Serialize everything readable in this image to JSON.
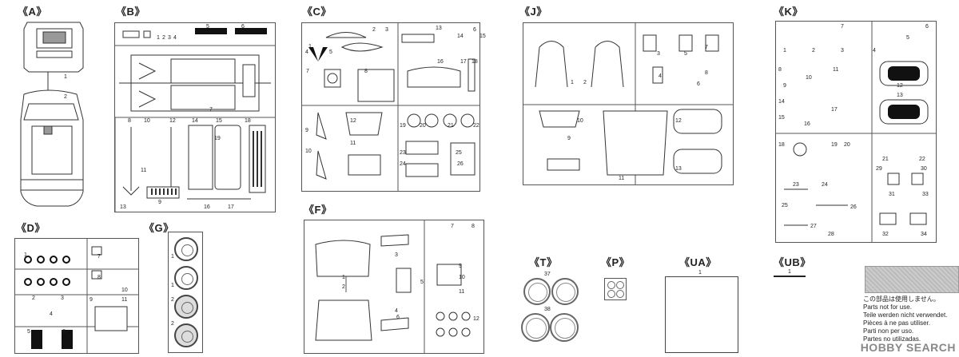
{
  "sprues": {
    "A": "《A》",
    "B": "《B》",
    "C": "《C》",
    "J": "《J》",
    "K": "《K》",
    "D": "《D》",
    "G": "《G》",
    "F": "《F》",
    "T": "《T》",
    "P": "《P》",
    "UA": "《UA》",
    "UB": "《UB》"
  },
  "part_numbers": {
    "A": [
      "1",
      "2"
    ],
    "B": [
      "1",
      "2",
      "3",
      "4",
      "5",
      "6",
      "7",
      "8",
      "9",
      "10",
      "11",
      "12",
      "13",
      "14",
      "15",
      "16",
      "17",
      "18",
      "19"
    ],
    "C": [
      "1",
      "2",
      "3",
      "4",
      "5",
      "6",
      "7",
      "8",
      "9",
      "10",
      "11",
      "12",
      "13",
      "14",
      "15",
      "16",
      "17",
      "18",
      "19",
      "20",
      "21",
      "22",
      "23",
      "24",
      "25",
      "26"
    ],
    "J": [
      "1",
      "2",
      "3",
      "4",
      "5",
      "6",
      "7",
      "8",
      "9",
      "10",
      "11",
      "12",
      "13"
    ],
    "K": [
      "1",
      "2",
      "3",
      "4",
      "5",
      "6",
      "7",
      "8",
      "9",
      "10",
      "11",
      "12",
      "13",
      "14",
      "15",
      "16",
      "17",
      "18",
      "19",
      "20",
      "21",
      "22",
      "23",
      "24",
      "25",
      "26",
      "27",
      "28",
      "29",
      "30",
      "31",
      "32",
      "33",
      "34"
    ],
    "D": [
      "1",
      "2",
      "3",
      "4",
      "5",
      "6",
      "7",
      "8",
      "9",
      "10",
      "11"
    ],
    "G": [
      "1",
      "1",
      "2",
      "2"
    ],
    "F": [
      "1",
      "2",
      "3",
      "4",
      "5",
      "6",
      "7",
      "8",
      "9",
      "10",
      "11",
      "12"
    ],
    "T": [
      "37",
      "38"
    ],
    "UA": "1",
    "UB": "1"
  },
  "notice": {
    "lines": [
      "この部品は使用しません。",
      "Parts not for use.",
      "Teile werden nicht verwendet.",
      "Pièces à ne pas utiliser.",
      "Parti non per uso.",
      "Partes no utilizadas."
    ]
  },
  "watermark": "HOBBY SEARCH",
  "colors": {
    "line": "#444444",
    "unused_swatch": "#c4c4c4"
  }
}
